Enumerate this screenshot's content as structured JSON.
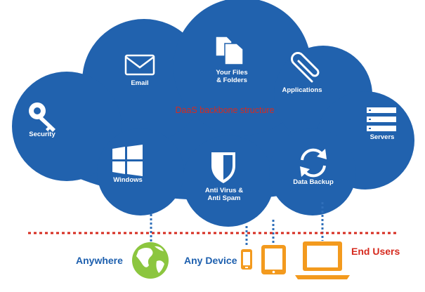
{
  "diagram": {
    "title": "DaaS backbone structure",
    "cloud_items": [
      {
        "id": "email",
        "label": "Email",
        "icon": "envelope-icon"
      },
      {
        "id": "files",
        "label_lines": [
          "Your Files",
          "& Folders"
        ],
        "icon": "folders-icon"
      },
      {
        "id": "applications",
        "label": "Applications",
        "icon": "paperclip-icon"
      },
      {
        "id": "security",
        "label": "Security",
        "icon": "key-icon"
      },
      {
        "id": "servers",
        "label": "Servers",
        "icon": "server-icon"
      },
      {
        "id": "windows",
        "label": "Windows",
        "icon": "windows-logo-icon"
      },
      {
        "id": "antivirus",
        "label_lines": [
          "Anti Virus &",
          "Anti Spam"
        ],
        "icon": "shield-icon"
      },
      {
        "id": "backup",
        "label": "Data Backup",
        "icon": "sync-icon"
      }
    ],
    "bottom": {
      "anywhere": "Anywhere",
      "any_device": "Any Device",
      "end_users": "End Users"
    },
    "colors": {
      "cloud": "#2162ae",
      "cloud_edge": "#1a5299",
      "icon": "#ffffff",
      "device": "#f39a1e",
      "globe": "#8cc63f",
      "dotted_line": "#d62b1f",
      "connector": "#2f6fba",
      "label_blue": "#1d5fae",
      "label_red": "#d62b1f"
    }
  }
}
